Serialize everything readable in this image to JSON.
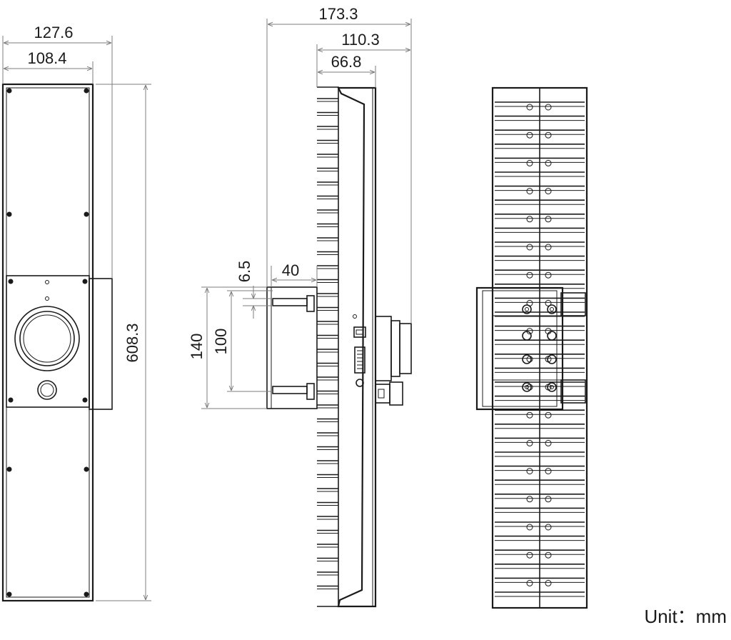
{
  "unit_label": "Unit：mm",
  "dimensions": {
    "front_total_width": "127.6",
    "front_body_width": "108.4",
    "height": "608.3",
    "side_total_depth": "173.3",
    "side_depth_mid": "110.3",
    "side_depth_body": "66.8",
    "bracket_depth": "40",
    "bracket_offset": "6.5",
    "bracket_height": "140",
    "bracket_hole_spacing": "100"
  }
}
